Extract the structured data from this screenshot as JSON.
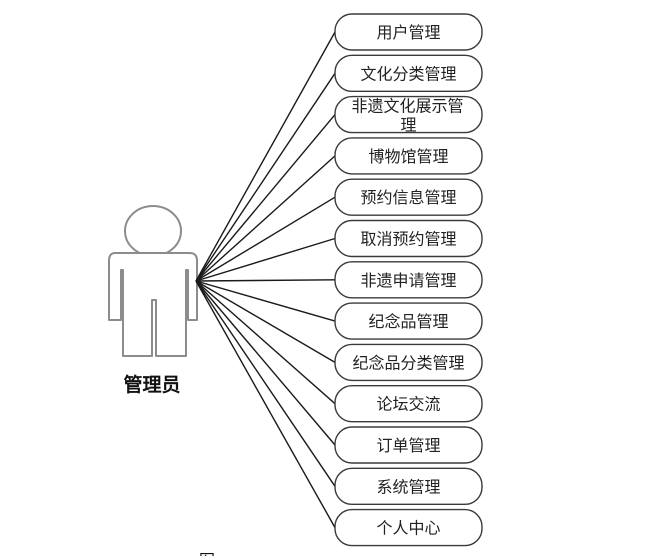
{
  "actor": {
    "label": "管理员"
  },
  "use_cases": [
    {
      "lines": [
        "用户管理"
      ]
    },
    {
      "lines": [
        "文化分类管理"
      ]
    },
    {
      "lines": [
        "非遗文化展示管",
        "理"
      ]
    },
    {
      "lines": [
        "博物馆管理"
      ]
    },
    {
      "lines": [
        "预约信息管理"
      ]
    },
    {
      "lines": [
        "取消预约管理"
      ]
    },
    {
      "lines": [
        "非遗申请管理"
      ]
    },
    {
      "lines": [
        "纪念品管理"
      ]
    },
    {
      "lines": [
        "纪念品分类管理"
      ]
    },
    {
      "lines": [
        "论坛交流"
      ]
    },
    {
      "lines": [
        "订单管理"
      ]
    },
    {
      "lines": [
        "系统管理"
      ]
    },
    {
      "lines": [
        "个人中心"
      ]
    }
  ],
  "caption": "图",
  "colors": {
    "outline": "#3a3a3a",
    "actor_outline": "#8c8c8c",
    "line": "#1a1a1a"
  }
}
